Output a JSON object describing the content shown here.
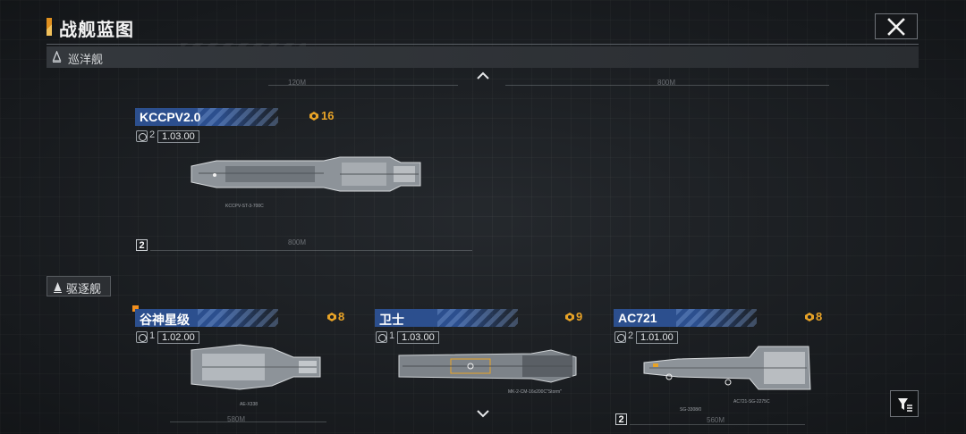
{
  "header": {
    "title": "战舰蓝图"
  },
  "categories": {
    "cruiser": "巡洋舰",
    "destroyer": "驱逐舰"
  },
  "colors": {
    "accent": "#e8a327",
    "banner": "#2c4f8e",
    "highlight": "#f28f1e"
  },
  "icons": {
    "close": "close-icon",
    "filter": "filter-icon",
    "cost": "cost-icon",
    "ship_class": "ship-class-icon"
  },
  "ships": [
    {
      "name": "KCCPV2.0",
      "cost": "16",
      "count": "2",
      "version": "1.03.00",
      "level": "2",
      "size_label": "800M",
      "part_label": "KCCPV-ST-3-700C"
    },
    {
      "name": "谷神星级",
      "cost": "8",
      "count": "1",
      "version": "1.02.00",
      "size_label": "580M",
      "part_label": "AE-X338"
    },
    {
      "name": "卫士",
      "cost": "9",
      "count": "1",
      "version": "1.03.00",
      "part_label": "MK-2-CM-16x200C\"Storm\""
    },
    {
      "name": "AC721",
      "cost": "8",
      "count": "2",
      "version": "1.01.00",
      "level": "2",
      "size_label": "560M",
      "part_label": "AC721-SG-2275C",
      "part_label_2": "SG-3308/0"
    }
  ],
  "top_row_labels": {
    "left": "120M",
    "right": "800M"
  }
}
